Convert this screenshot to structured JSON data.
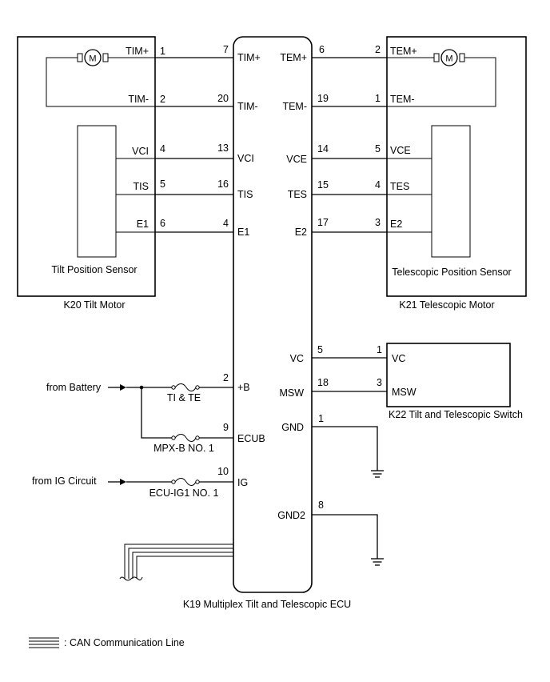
{
  "k20": {
    "title": "K20  Tilt Motor",
    "sensor_label": "Tilt Position Sensor",
    "pins": [
      {
        "name": "TIM+",
        "no": "1"
      },
      {
        "name": "TIM-",
        "no": "2"
      },
      {
        "name": "VCI",
        "no": "4"
      },
      {
        "name": "TIS",
        "no": "5"
      },
      {
        "name": "E1",
        "no": "6"
      }
    ],
    "motor_symbol": "M"
  },
  "k21": {
    "title": "K21   Telescopic Motor",
    "sensor_label": "Telescopic Position Sensor",
    "pins": [
      {
        "name": "TEM+",
        "no": "2"
      },
      {
        "name": "TEM-",
        "no": "1"
      },
      {
        "name": "VCE",
        "no": "5"
      },
      {
        "name": "TES",
        "no": "4"
      },
      {
        "name": "E2",
        "no": "3"
      }
    ],
    "motor_symbol": "M"
  },
  "k22": {
    "title": "K22  Tilt and Telescopic Switch",
    "pins": [
      {
        "name": "VC",
        "no": "1"
      },
      {
        "name": "MSW",
        "no": "3"
      }
    ]
  },
  "ecu": {
    "title": "K19    Multiplex Tilt and Telescopic ECU",
    "left_pins": [
      {
        "name": "TIM+",
        "no": "7"
      },
      {
        "name": "TIM-",
        "no": "20"
      },
      {
        "name": "VCI",
        "no": "13"
      },
      {
        "name": "TIS",
        "no": "16"
      },
      {
        "name": "E1",
        "no": "4"
      },
      {
        "name": "+B",
        "no": "2"
      },
      {
        "name": "ECUB",
        "no": "9"
      },
      {
        "name": "IG",
        "no": "10"
      }
    ],
    "right_pins": [
      {
        "name": "TEM+",
        "no": "6"
      },
      {
        "name": "TEM-",
        "no": "19"
      },
      {
        "name": "VCE",
        "no": "14"
      },
      {
        "name": "TES",
        "no": "15"
      },
      {
        "name": "E2",
        "no": "17"
      },
      {
        "name": "VC",
        "no": "5"
      },
      {
        "name": "MSW",
        "no": "18"
      },
      {
        "name": "GND",
        "no": "1"
      },
      {
        "name": "GND2",
        "no": "8"
      }
    ]
  },
  "power": {
    "from_battery": "from Battery",
    "from_ig": "from IG Circuit",
    "fuse_ti_te": "TI & TE",
    "fuse_mpx": "MPX-B NO. 1",
    "fuse_ecu_ig1": "ECU-IG1 NO. 1"
  },
  "legend": {
    "can_line": ": CAN Communication Line"
  }
}
